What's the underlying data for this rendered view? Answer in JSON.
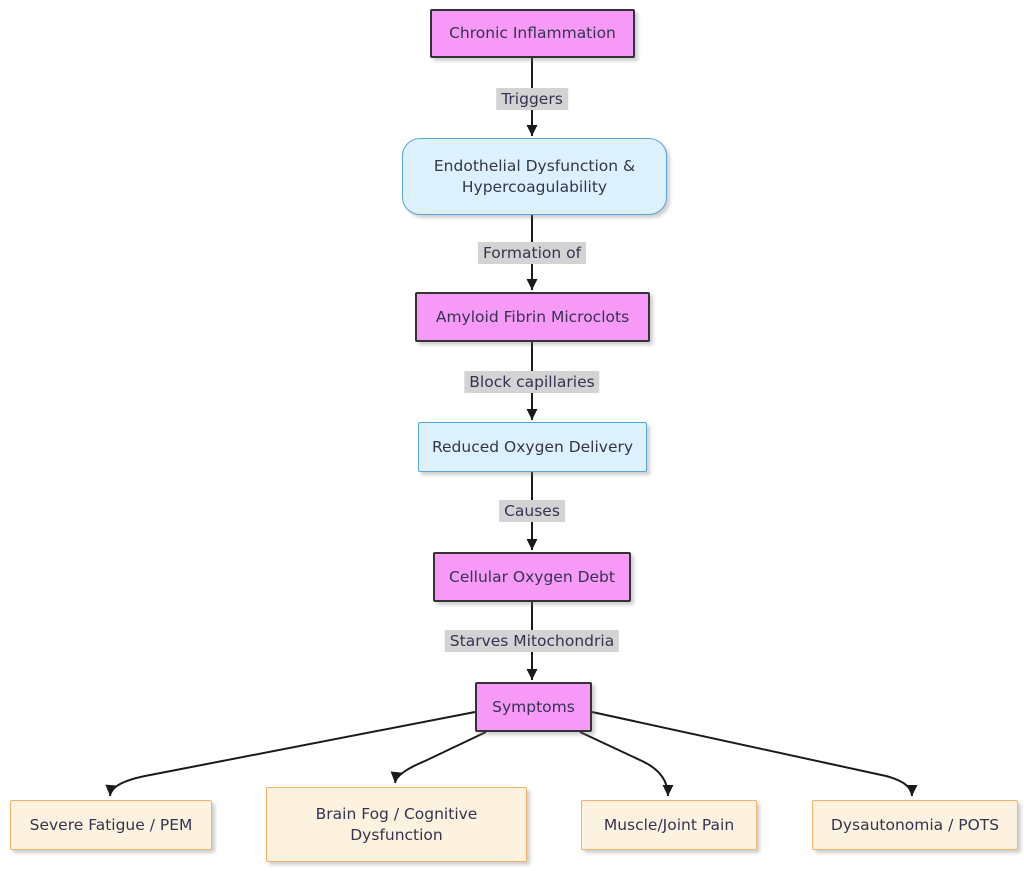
{
  "diagram": {
    "type": "flowchart",
    "nodes": {
      "chronic_inflammation": {
        "label": "Chronic Inflammation",
        "style": "pink"
      },
      "endothelial_dysfunction": {
        "label": "Endothelial Dysfunction & Hypercoagulability",
        "style": "blue-rounded"
      },
      "amyloid_fibrin_microclots": {
        "label": "Amyloid Fibrin Microclots",
        "style": "pink"
      },
      "reduced_oxygen_delivery": {
        "label": "Reduced Oxygen Delivery",
        "style": "blue"
      },
      "cellular_oxygen_debt": {
        "label": "Cellular Oxygen Debt",
        "style": "pink"
      },
      "symptoms": {
        "label": "Symptoms",
        "style": "pink"
      },
      "severe_fatigue": {
        "label": "Severe Fatigue / PEM",
        "style": "peach"
      },
      "brain_fog": {
        "label": "Brain Fog / Cognitive Dysfunction",
        "style": "peach"
      },
      "muscle_joint_pain": {
        "label": "Muscle/Joint Pain",
        "style": "peach"
      },
      "dysautonomia": {
        "label": "Dysautonomia / POTS",
        "style": "peach"
      }
    },
    "edges": {
      "triggers": {
        "from": "chronic_inflammation",
        "to": "endothelial_dysfunction",
        "label": "Triggers"
      },
      "formation_of": {
        "from": "endothelial_dysfunction",
        "to": "amyloid_fibrin_microclots",
        "label": "Formation of"
      },
      "block_capillaries": {
        "from": "amyloid_fibrin_microclots",
        "to": "reduced_oxygen_delivery",
        "label": "Block capillaries"
      },
      "causes": {
        "from": "reduced_oxygen_delivery",
        "to": "cellular_oxygen_debt",
        "label": "Causes"
      },
      "starves_mitochondria": {
        "from": "cellular_oxygen_debt",
        "to": "symptoms",
        "label": "Starves Mitochondria"
      },
      "to_severe_fatigue": {
        "from": "symptoms",
        "to": "severe_fatigue",
        "label": ""
      },
      "to_brain_fog": {
        "from": "symptoms",
        "to": "brain_fog",
        "label": ""
      },
      "to_muscle_joint_pain": {
        "from": "symptoms",
        "to": "muscle_joint_pain",
        "label": ""
      },
      "to_dysautonomia": {
        "from": "symptoms",
        "to": "dysautonomia",
        "label": ""
      }
    },
    "colors": {
      "node_pink_fill": "#f799f7",
      "node_pink_border": "#333333",
      "node_blue_fill": "#ddf1fc",
      "node_blue_border": "#55a7dd",
      "node_peach_fill": "#fdf2e0",
      "node_peach_border": "#f5b266",
      "edge_label_bg": "#d3d3d3",
      "text": "#343451",
      "arrow": "#1a1a1a"
    }
  }
}
